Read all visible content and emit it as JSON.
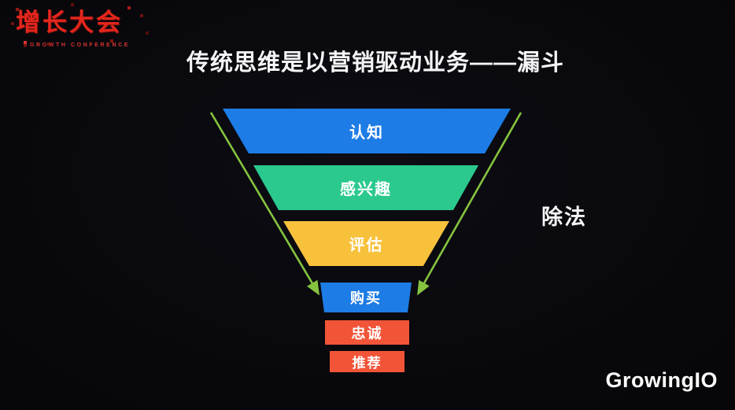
{
  "slide": {
    "title": "传统思维是以营销驱动业务——漏斗",
    "side_label": "除法",
    "footer_brand": "GrowingIO"
  },
  "logo": {
    "title": "增长大会",
    "subtitle": "GROWTH CONFERENCE"
  },
  "chart_data": {
    "type": "funnel",
    "title": "传统思维是以营销驱动业务——漏斗",
    "direction": "top-to-bottom",
    "stages": [
      {
        "label": "认知",
        "color": "#1d7ce5"
      },
      {
        "label": "感兴趣",
        "color": "#2bc98e"
      },
      {
        "label": "评估",
        "color": "#f8c13c"
      },
      {
        "label": "购买",
        "color": "#1d7ce5"
      },
      {
        "label": "忠诚",
        "color": "#f25438"
      },
      {
        "label": "推荐",
        "color": "#f25438"
      }
    ],
    "annotations": [
      "除法"
    ],
    "arrow_color": "#86c43f"
  },
  "colors": {
    "background": "#07070a",
    "title_text": "#f5f5f7",
    "logo_red": "#e4261d",
    "arrow_green": "#86c43f",
    "brand_white": "#fdfdfd"
  }
}
